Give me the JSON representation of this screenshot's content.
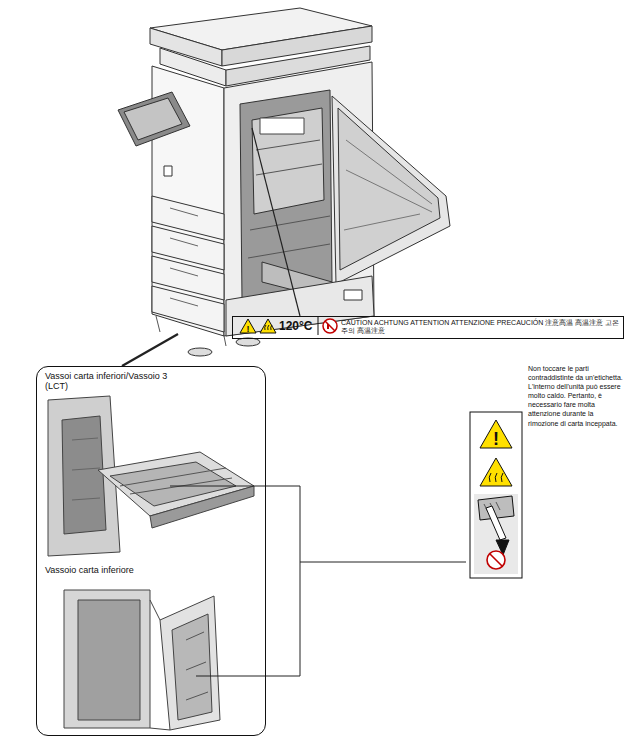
{
  "diagram": {
    "nodes": [
      {
        "text": [
          "120°C",
          "CAUTION ACHTUNG ATTENTION ATTENZIONE PRECAUCIÓN 注意高温 高温注意 고온주의 高温注意"
        ]
      },
      {
        "text": [
          "Vassoi carta inferiori/Vassoio 3 (LCT)",
          "Vassoio carta inferiore"
        ]
      }
    ],
    "labels": [
      "Non toccare le parti contraddistinte da un'etichetta. L'interno dell'unità può essere molto caldo. Pertanto, è necessario fare molta attenzione durante la rimozione di carta inceppata."
    ]
  }
}
